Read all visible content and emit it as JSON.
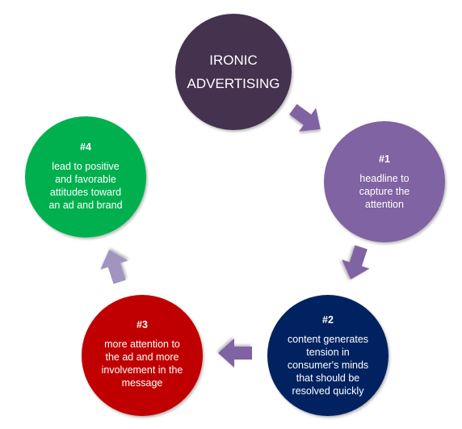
{
  "center": {
    "line1": "IRONIC",
    "line2": "ADVERTISING",
    "color": "#44304f"
  },
  "steps": [
    {
      "number": "#1",
      "lines": [
        "headline to",
        "capture the",
        "attention"
      ],
      "color": "#8064a2"
    },
    {
      "number": "#2",
      "lines": [
        "content generates",
        "tension in",
        "consumer's minds",
        "that should be",
        "resolved quickly"
      ],
      "color": "#002060"
    },
    {
      "number": "#3",
      "lines": [
        "more attention to",
        "the ad and more",
        "involvement in the",
        "message"
      ],
      "color": "#c00000"
    },
    {
      "number": "#4",
      "lines": [
        "lead to positive",
        "and favorable",
        "attitudes toward",
        "an ad and brand"
      ],
      "color": "#00b050"
    }
  ],
  "arrow_color": "#8064a2",
  "arrow_color_light": "#a293bf"
}
